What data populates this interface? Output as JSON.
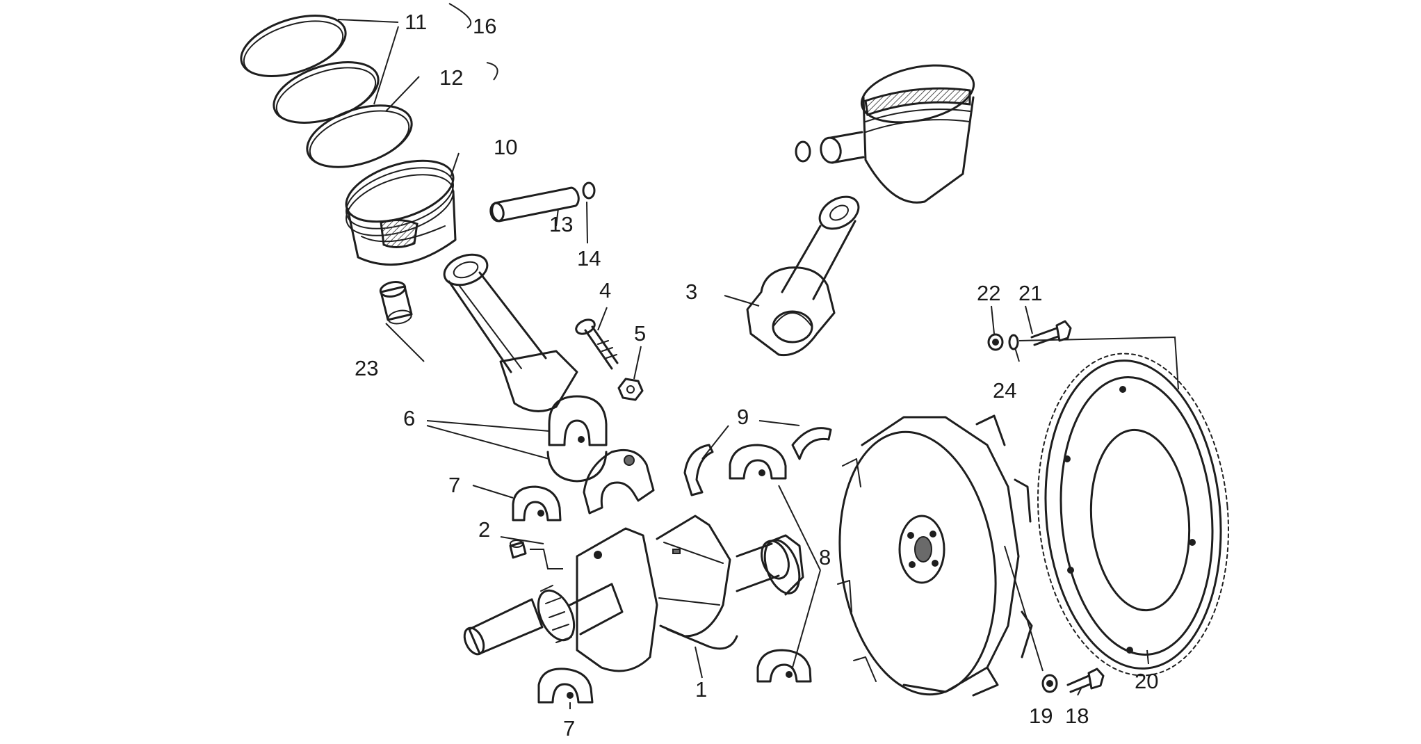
{
  "callouts": {
    "c1": "1",
    "c2": "2",
    "c3": "3",
    "c4": "4",
    "c5": "5",
    "c6": "6",
    "c7a": "7",
    "c7b": "7",
    "c8": "8",
    "c9": "9",
    "c10": "10",
    "c11": "11",
    "c12": "12",
    "c13": "13",
    "c14": "14",
    "c16": "16",
    "c18": "18",
    "c19": "19",
    "c20": "20",
    "c21": "21",
    "c22": "22",
    "c23": "23",
    "c24": "24"
  },
  "colors": {
    "ink": "#1e1e1e",
    "background": "#ffffff"
  }
}
